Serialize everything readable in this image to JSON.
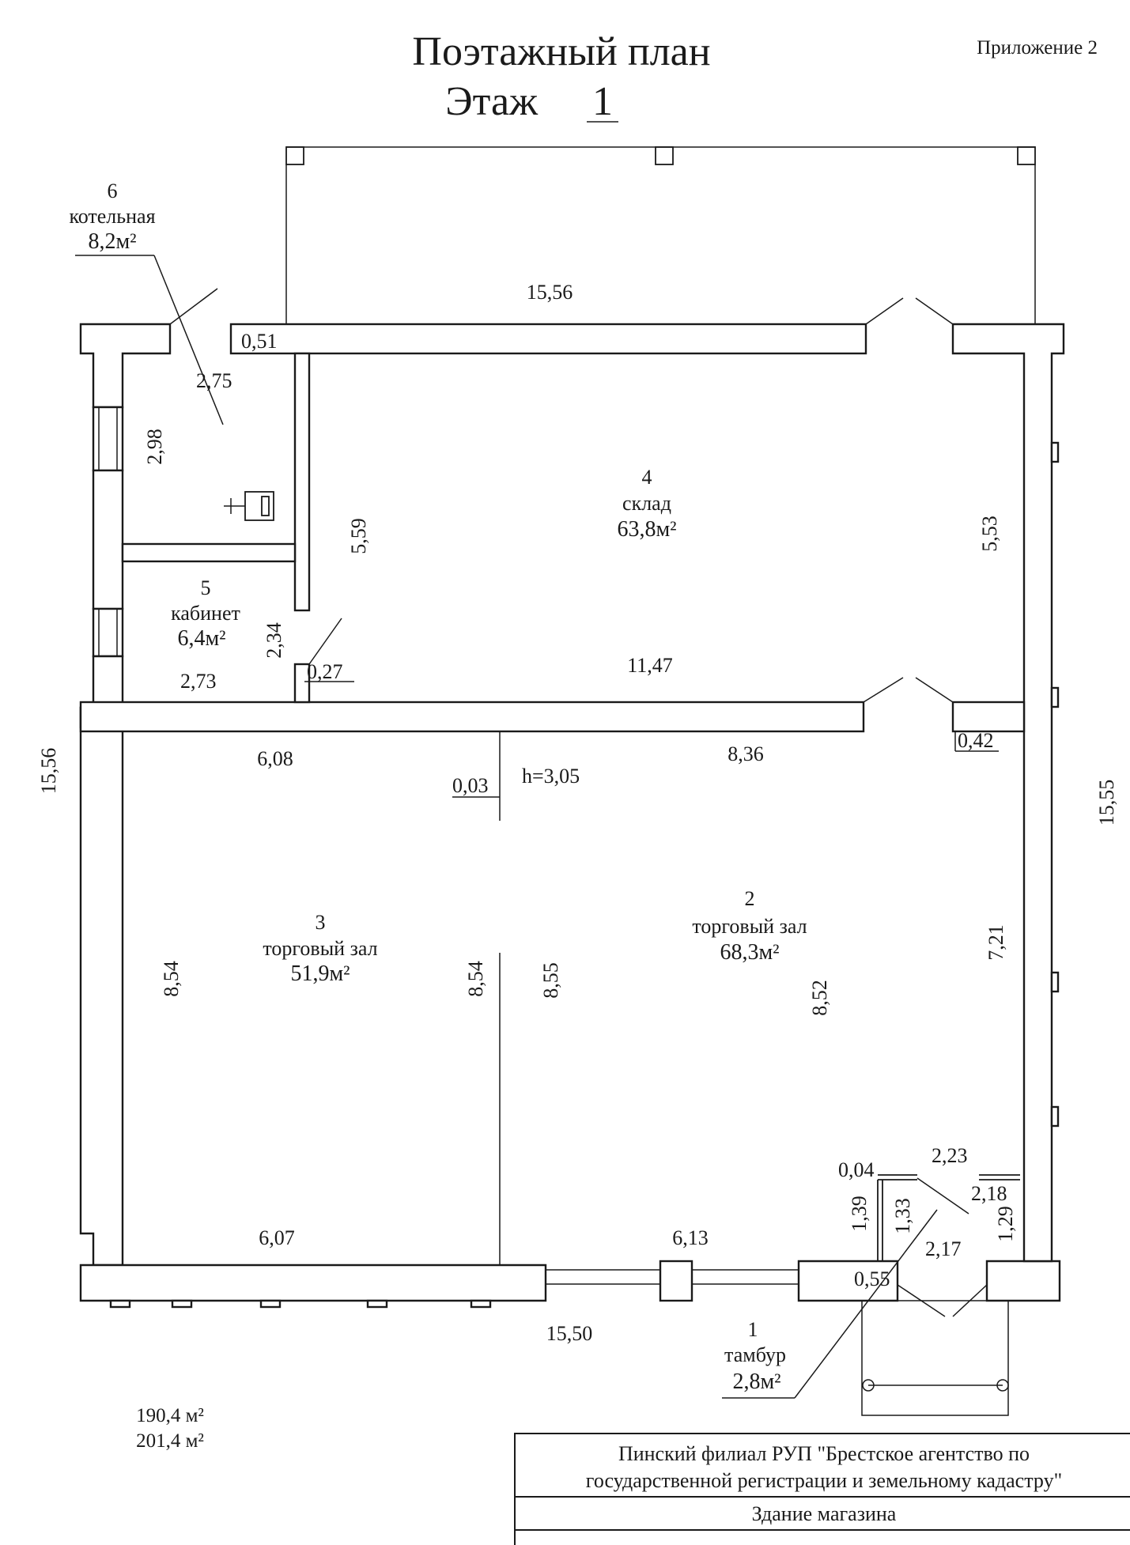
{
  "title": "Поэтажный план",
  "floor_label": "Этаж",
  "floor_number": "1",
  "appendix": "Приложение 2",
  "rooms": [
    {
      "num": "1",
      "name": "тамбур",
      "area": "2,8м²"
    },
    {
      "num": "2",
      "name": "торговый зал",
      "area": "68,3м²"
    },
    {
      "num": "3",
      "name": "торговый зал",
      "area": "51,9м²"
    },
    {
      "num": "4",
      "name": "склад",
      "area": "63,8м²"
    },
    {
      "num": "5",
      "name": "кабинет",
      "area": "6,4м²"
    },
    {
      "num": "6",
      "name": "котельная",
      "area": "8,2м²"
    }
  ],
  "dimensions": {
    "top_outer": "15,56",
    "bottom_outer": "15,50",
    "left_outer": "15,56",
    "right_outer": "15,55",
    "d_051": "0,51",
    "d_275": "2,75",
    "d_298": "2,98",
    "d_559": "5,59",
    "d_553": "5,53",
    "d_234": "2,34",
    "d_027": "0,27",
    "d_273": "2,73",
    "d_1147": "11,47",
    "d_608": "6,08",
    "d_836": "8,36",
    "d_003": "0,03",
    "height": "h=3,05",
    "d_042": "0,42",
    "d_854_left": "8,54",
    "d_854_mid": "8,54",
    "d_855": "8,55",
    "d_852": "8,52",
    "d_721": "7,21",
    "d_607": "6,07",
    "d_613": "6,13",
    "d_004": "0,04",
    "d_223": "2,23",
    "d_218": "2,18",
    "d_139": "1,39",
    "d_133": "1,33",
    "d_129": "1,29",
    "d_217": "2,17",
    "d_055": "0,55"
  },
  "totals": {
    "area_1": "190,4 м²",
    "area_2": "201,4 м²"
  },
  "stamp": {
    "org_line1": "Пинский филиал РУП \"Брестское агентство по",
    "org_line2": "государственной регистрации и земельному кадастру\"",
    "object": "Здание магазина"
  }
}
